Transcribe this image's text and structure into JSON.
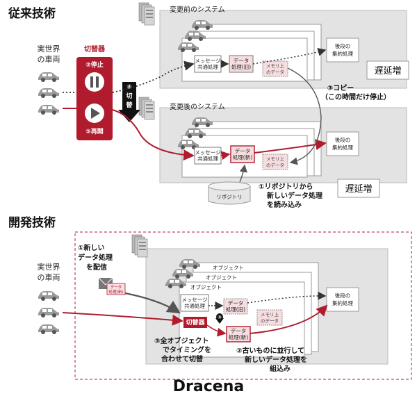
{
  "conventional": {
    "title": "従来技術",
    "system_before": "変更前のシステム",
    "system_after": "変更後のシステム",
    "real_world_vehicles": [
      "実世界",
      "の車両"
    ],
    "switcher_label": "切替器",
    "step_stop": "②停止",
    "step_resume": "⑤再開",
    "step_switch": [
      "④",
      "切",
      "替"
    ],
    "message_common": [
      "メッセージ",
      "共通処理"
    ],
    "data_old": [
      "データ",
      "処理(旧)"
    ],
    "data_new": [
      "データ",
      "処理(新)"
    ],
    "memory_data": [
      "メモリ上",
      "のデータ"
    ],
    "backend": [
      "後段の",
      "集約処理"
    ],
    "copy_note": [
      "③コピー",
      "（この時間だけ停止）"
    ],
    "delay_1": "遅延増",
    "delay_2": "遅延増",
    "repository": "リポジトリ",
    "repo_note": [
      "①リポジトリから",
      "新しいデータ処理",
      "を読み込み"
    ]
  },
  "developed": {
    "title": "開発技術",
    "real_world_vehicles": [
      "実世界",
      "の車両"
    ],
    "distribute_note": [
      "①新しい",
      "データ処理",
      "を配信"
    ],
    "envelope_label": [
      "データ",
      "処理(新)"
    ],
    "object_label": "オブジェクト",
    "message_common": [
      "メッセージ",
      "共通処理"
    ],
    "switcher_label": "切替器",
    "step_mark": "③",
    "data_old": [
      "データ",
      "処理(旧)"
    ],
    "data_new": [
      "データ",
      "処理(新)"
    ],
    "memory_data": [
      "メモリ上",
      "のデータ"
    ],
    "backend": [
      "後段の",
      "集約処理"
    ],
    "sync_note": [
      "③全オブジェクト",
      "でタイミングを",
      "合わせて切替"
    ],
    "parallel_note": [
      "②古いものに並行して",
      "新しいデータ処理を",
      "組込み"
    ]
  },
  "footer": "Dracena",
  "colors": {
    "accent_red": "#b01c2e",
    "box_gray": "#e3e3e3",
    "pink": "#f6dde0"
  }
}
